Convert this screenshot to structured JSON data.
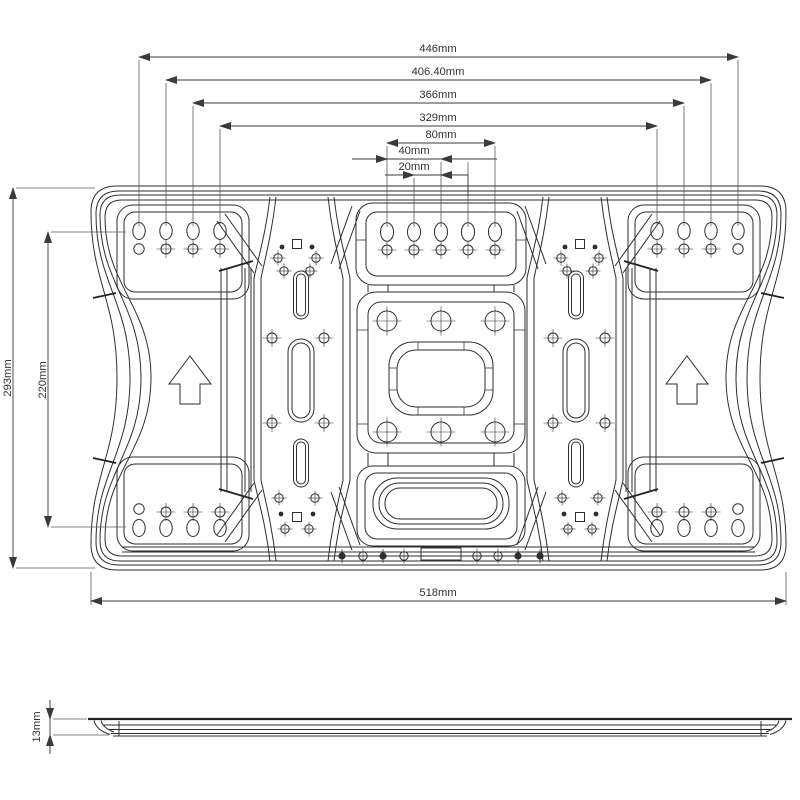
{
  "drawing": {
    "subject": "flat TV wall-mount bracket plate, dimensioned engineering drawing",
    "units": "mm",
    "views": {
      "front": "front elevation",
      "side": "bottom profile"
    },
    "line_color": "#2e2e2e",
    "background_color": "#ffffff"
  },
  "dims": {
    "d446": "446mm",
    "d406": "406.40mm",
    "d366": "366mm",
    "d329": "329mm",
    "d80": "80mm",
    "d40": "40mm",
    "d20": "20mm",
    "d293": "293mm",
    "d220": "220mm",
    "d518": "518mm",
    "d13": "13mm"
  }
}
